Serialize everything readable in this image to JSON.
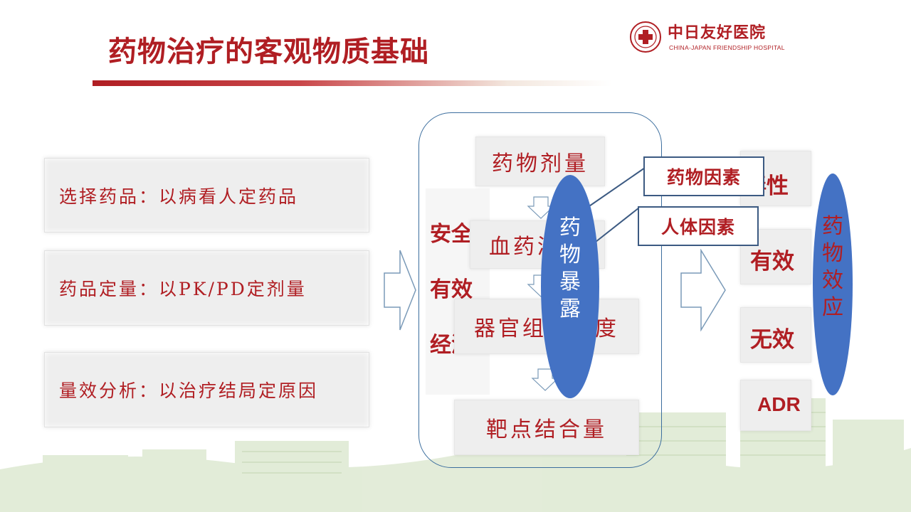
{
  "header": {
    "title": "药物治疗的客观物质基础",
    "logo_cn": "中日友好医院",
    "logo_en": "CHINA-JAPAN FRIENDSHIP HOSPITAL"
  },
  "left_boxes": [
    {
      "text": "选择药品：以病看人定药品"
    },
    {
      "text": "药品定量：以PK/PD定剂量"
    },
    {
      "text": "量效分析：以治疗结局定原因"
    }
  ],
  "middle": {
    "goals": [
      "安全",
      "有效",
      "经济"
    ],
    "steps": [
      "药物剂量",
      "血药浓度",
      "器官组织浓度",
      "靶点结合量"
    ],
    "exposure_label": "药物暴露"
  },
  "factors": [
    "药物因素",
    "人体因素"
  ],
  "right": {
    "effects": [
      "毒性",
      "有效",
      "无效",
      "ADR"
    ],
    "effect_label": "药物效应"
  },
  "colors": {
    "accent_red": "#b01e23",
    "ellipse_blue": "#4472c4",
    "frame_blue": "#3c5a82"
  }
}
